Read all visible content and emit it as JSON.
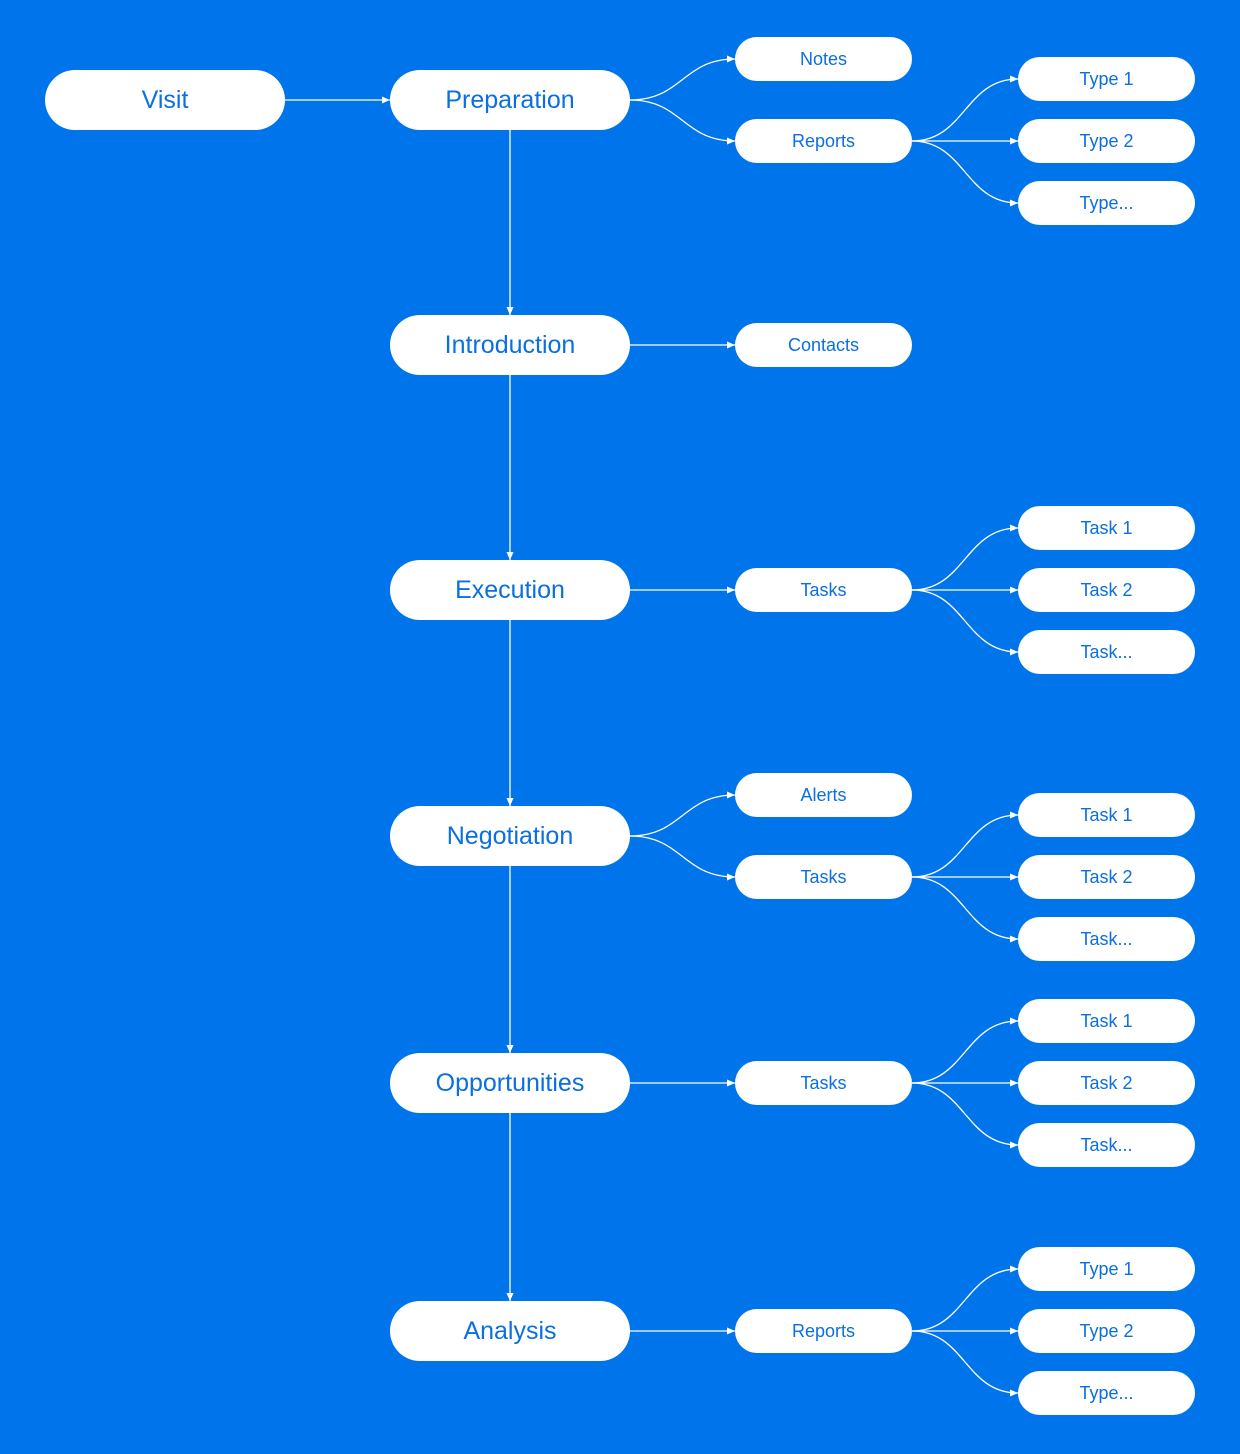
{
  "colors": {
    "background": "#0074EB",
    "node_fill": "#FFFFFF",
    "node_text": "#0A6FE0",
    "connector": "#FFFFFF"
  },
  "visit": {
    "label": "Visit"
  },
  "stages": [
    {
      "id": "preparation",
      "label": "Preparation",
      "children": [
        {
          "id": "notes",
          "label": "Notes",
          "children": []
        },
        {
          "id": "reports",
          "label": "Reports",
          "children": [
            {
              "label": "Type 1"
            },
            {
              "label": "Type 2"
            },
            {
              "label": "Type..."
            }
          ]
        }
      ]
    },
    {
      "id": "introduction",
      "label": "Introduction",
      "children": [
        {
          "id": "contacts",
          "label": "Contacts",
          "children": []
        }
      ]
    },
    {
      "id": "execution",
      "label": "Execution",
      "children": [
        {
          "id": "tasks",
          "label": "Tasks",
          "children": [
            {
              "label": "Task 1"
            },
            {
              "label": "Task 2"
            },
            {
              "label": "Task..."
            }
          ]
        }
      ]
    },
    {
      "id": "negotiation",
      "label": "Negotiation",
      "children": [
        {
          "id": "alerts",
          "label": "Alerts",
          "children": []
        },
        {
          "id": "tasks",
          "label": "Tasks",
          "children": [
            {
              "label": "Task 1"
            },
            {
              "label": "Task 2"
            },
            {
              "label": "Task..."
            }
          ]
        }
      ]
    },
    {
      "id": "opportunities",
      "label": "Opportunities",
      "children": [
        {
          "id": "tasks",
          "label": "Tasks",
          "children": [
            {
              "label": "Task 1"
            },
            {
              "label": "Task 2"
            },
            {
              "label": "Task..."
            }
          ]
        }
      ]
    },
    {
      "id": "analysis",
      "label": "Analysis",
      "children": [
        {
          "id": "reports",
          "label": "Reports",
          "children": [
            {
              "label": "Type 1"
            },
            {
              "label": "Type 2"
            },
            {
              "label": "Type..."
            }
          ]
        }
      ]
    }
  ]
}
